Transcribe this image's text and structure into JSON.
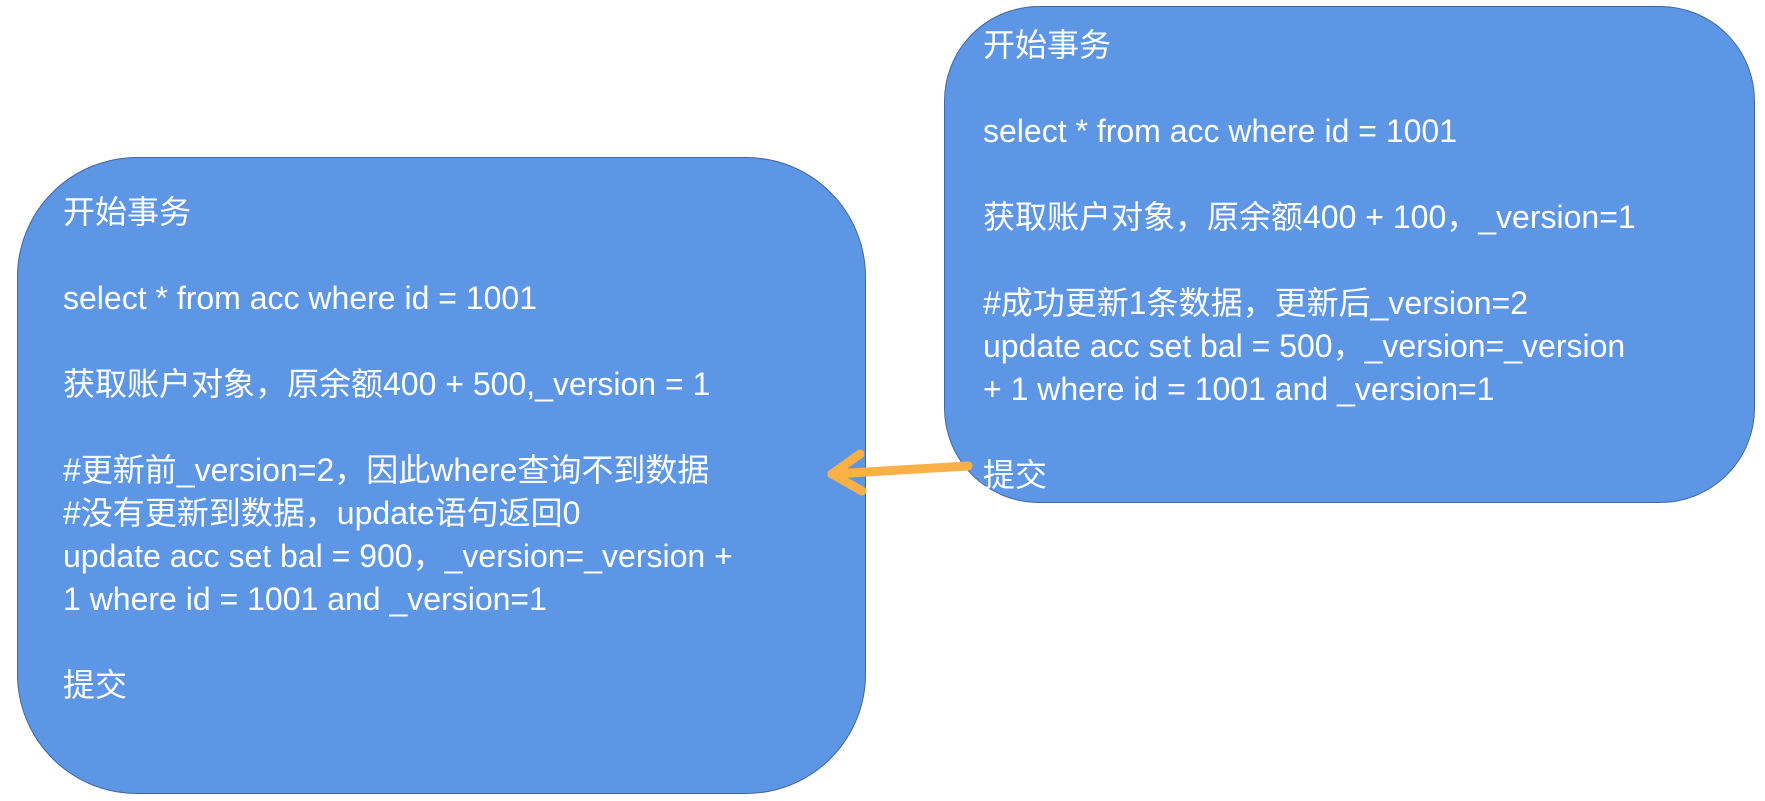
{
  "diagram": {
    "left_box": {
      "lines": [
        "开始事务",
        "",
        "select * from acc where id = 1001",
        "",
        "获取账户对象，原余额400 + 500,_version = 1",
        "",
        "#更新前_version=2，因此where查询不到数据",
        "#没有更新到数据，update语句返回0",
        "update acc set bal = 900，_version=_version +",
        "1 where id = 1001 and _version=1",
        "",
        "提交"
      ]
    },
    "right_box": {
      "lines": [
        "开始事务",
        "",
        "select * from acc where id = 1001",
        "",
        "获取账户对象，原余额400 + 100，_version=1",
        "",
        "#成功更新1条数据，更新后_version=2",
        "update acc set bal = 500，_version=_version",
        "+ 1 where id = 1001 and _version=1",
        "",
        "提交"
      ]
    },
    "arrow_color": "#f9b047",
    "box_fill": "#5e96e6",
    "box_border": "#41679e",
    "text_color": "#ffffff"
  }
}
